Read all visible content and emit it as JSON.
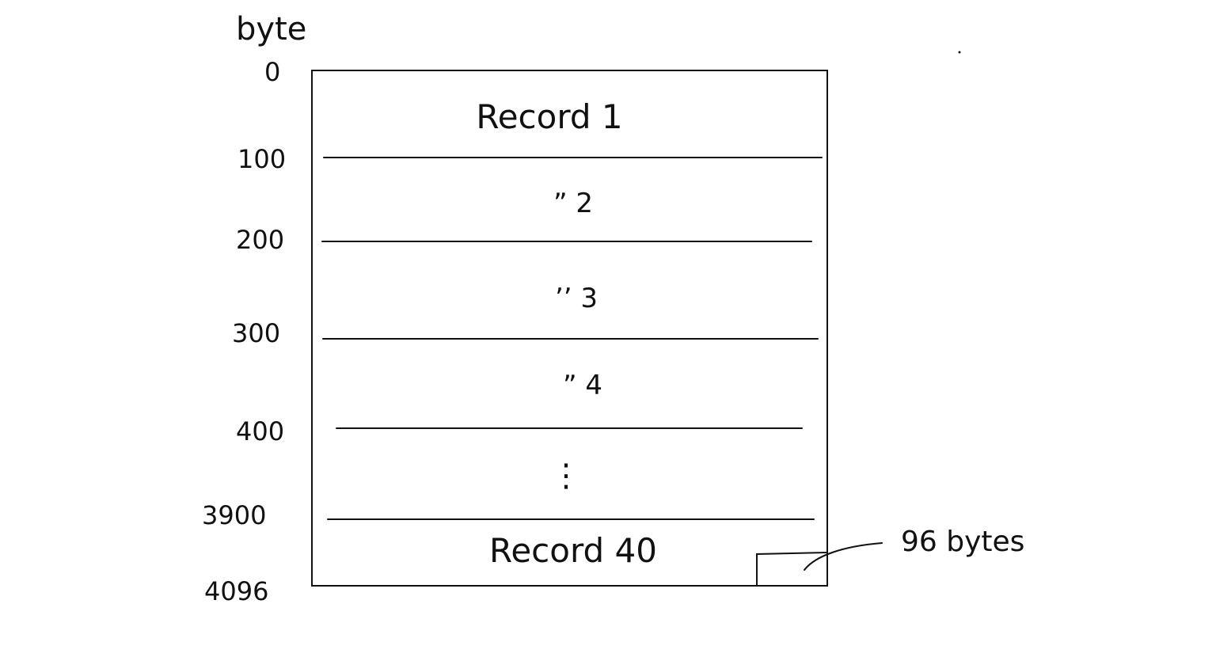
{
  "diagram": {
    "axis_title": "byte",
    "offsets": [
      "0",
      "100",
      "200",
      "300",
      "400",
      "3900",
      "4096"
    ],
    "records": [
      "Record 1",
      "”  2",
      "’’  3",
      "”  4",
      "⋮",
      "Record 40"
    ],
    "callout": "96 bytes",
    "stroke_color": "#111111",
    "background_color": "#ffffff"
  }
}
